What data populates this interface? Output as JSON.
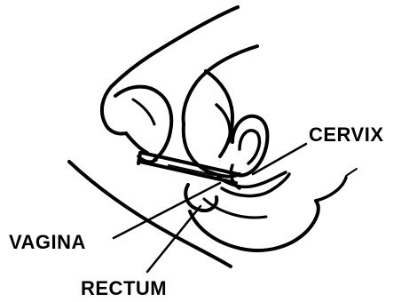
{
  "diagram": {
    "labels": {
      "cervix": "CERVIX",
      "vagina": "VAGINA",
      "rectum": "RECTUM"
    },
    "colors": {
      "ink": "#000000",
      "background": "#ffffff"
    }
  }
}
